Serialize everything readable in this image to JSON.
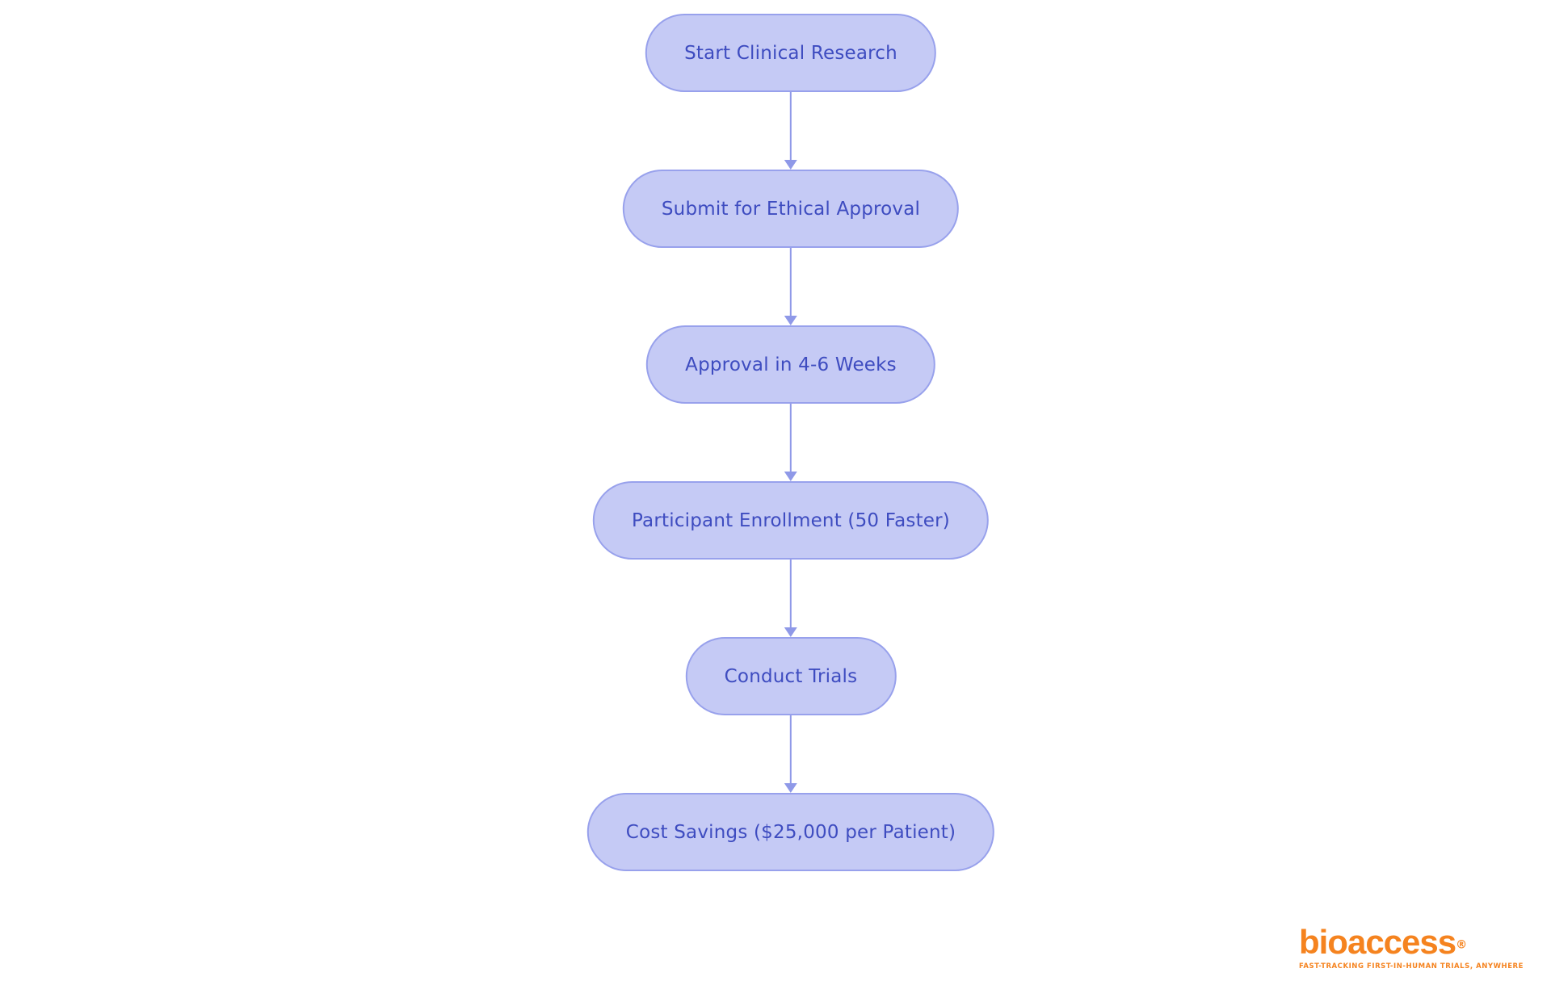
{
  "diagram": {
    "type": "flowchart",
    "direction": "top-down",
    "nodes": [
      {
        "id": "start",
        "label": "Start Clinical Research"
      },
      {
        "id": "submit",
        "label": "Submit for Ethical Approval"
      },
      {
        "id": "approval",
        "label": "Approval in 4-6 Weeks"
      },
      {
        "id": "enrollment",
        "label": "Participant Enrollment (50 Faster)"
      },
      {
        "id": "trials",
        "label": "Conduct Trials"
      },
      {
        "id": "savings",
        "label": "Cost Savings ($25,000 per Patient)"
      }
    ],
    "edges": [
      {
        "from": "start",
        "to": "submit"
      },
      {
        "from": "submit",
        "to": "approval"
      },
      {
        "from": "approval",
        "to": "enrollment"
      },
      {
        "from": "enrollment",
        "to": "trials"
      },
      {
        "from": "trials",
        "to": "savings"
      }
    ],
    "colors": {
      "node_fill": "#C5CAF5",
      "node_border": "#98A1EC",
      "node_text": "#3E4CC0",
      "arrow": "#8F99E8"
    }
  },
  "branding": {
    "logo_text": "bioaccess",
    "registered_mark": "®",
    "tagline": "FAST-TRACKING FIRST-IN-HUMAN TRIALS, ANYWHERE",
    "logo_color": "#F5831F"
  }
}
